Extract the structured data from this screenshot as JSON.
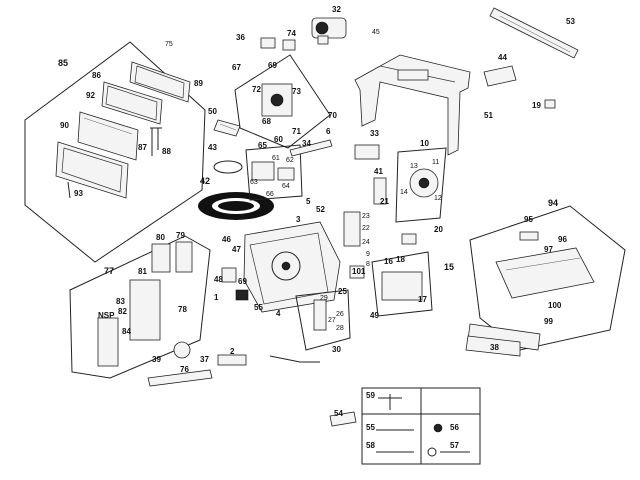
{
  "callouts": [
    {
      "n": "32"
    },
    {
      "n": "53"
    },
    {
      "n": "75"
    },
    {
      "n": "36"
    },
    {
      "n": "74"
    },
    {
      "n": "45"
    },
    {
      "n": "85"
    },
    {
      "n": "86"
    },
    {
      "n": "89"
    },
    {
      "n": "92"
    },
    {
      "n": "90"
    },
    {
      "n": "87"
    },
    {
      "n": "88"
    },
    {
      "n": "93"
    },
    {
      "n": "67"
    },
    {
      "n": "69"
    },
    {
      "n": "72"
    },
    {
      "n": "73"
    },
    {
      "n": "70"
    },
    {
      "n": "68"
    },
    {
      "n": "71"
    },
    {
      "n": "50"
    },
    {
      "n": "60"
    },
    {
      "n": "43"
    },
    {
      "n": "65"
    },
    {
      "n": "61"
    },
    {
      "n": "62"
    },
    {
      "n": "63"
    },
    {
      "n": "64"
    },
    {
      "n": "66"
    },
    {
      "n": "42"
    },
    {
      "n": "34"
    },
    {
      "n": "6"
    },
    {
      "n": "33"
    },
    {
      "n": "10"
    },
    {
      "n": "11"
    },
    {
      "n": "13"
    },
    {
      "n": "12"
    },
    {
      "n": "14"
    },
    {
      "n": "44"
    },
    {
      "n": "51"
    },
    {
      "n": "19"
    },
    {
      "n": "41"
    },
    {
      "n": "21"
    },
    {
      "n": "5"
    },
    {
      "n": "52"
    },
    {
      "n": "3"
    },
    {
      "n": "23"
    },
    {
      "n": "22"
    },
    {
      "n": "24"
    },
    {
      "n": "20"
    },
    {
      "n": "9"
    },
    {
      "n": "8"
    },
    {
      "n": "16"
    },
    {
      "n": "18"
    },
    {
      "n": "15"
    },
    {
      "n": "17"
    },
    {
      "n": "101"
    },
    {
      "n": "46"
    },
    {
      "n": "47"
    },
    {
      "n": "48"
    },
    {
      "n": "69"
    },
    {
      "n": "1"
    },
    {
      "n": "55"
    },
    {
      "n": "4"
    },
    {
      "n": "25"
    },
    {
      "n": "49"
    },
    {
      "n": "29"
    },
    {
      "n": "26"
    },
    {
      "n": "27"
    },
    {
      "n": "28"
    },
    {
      "n": "30"
    },
    {
      "n": "80"
    },
    {
      "n": "79"
    },
    {
      "n": "81"
    },
    {
      "n": "77"
    },
    {
      "n": "78"
    },
    {
      "n": "83"
    },
    {
      "n": "82"
    },
    {
      "n": "84"
    },
    {
      "n": "NSP"
    },
    {
      "n": "39"
    },
    {
      "n": "37"
    },
    {
      "n": "2"
    },
    {
      "n": "76"
    },
    {
      "n": "94"
    },
    {
      "n": "95"
    },
    {
      "n": "96"
    },
    {
      "n": "97"
    },
    {
      "n": "100"
    },
    {
      "n": "99"
    },
    {
      "n": "38"
    },
    {
      "n": "54"
    },
    {
      "n": "59"
    },
    {
      "n": "55"
    },
    {
      "n": "56"
    },
    {
      "n": "58"
    },
    {
      "n": "57"
    }
  ]
}
